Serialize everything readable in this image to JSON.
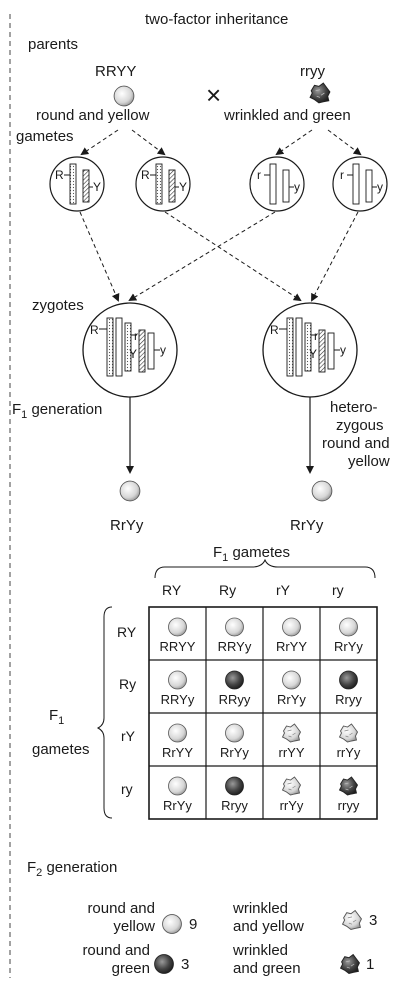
{
  "title": "two-factor inheritance",
  "parents": {
    "label": "parents",
    "left": {
      "genotype": "RRYY",
      "phenotype": "round and yellow"
    },
    "cross_symbol": "×",
    "right": {
      "genotype": "rryy",
      "phenotype": "wrinkled and green"
    }
  },
  "gametes_label": "gametes",
  "chromosome_letters": {
    "R": "R",
    "Y": "Y",
    "r": "r",
    "y": "y"
  },
  "zygotes_label": "zygotes",
  "f1": {
    "label_main": "F",
    "label_sub": "1",
    "label_rest": " generation",
    "offspring_genotype": "RrYy",
    "phenotype_lines": [
      "hetero-",
      "zygous",
      "round and",
      "yellow"
    ]
  },
  "punnett": {
    "top_label_main": "F",
    "top_label_sub": "1",
    "top_label_rest": " gametes",
    "side_label_main": "F",
    "side_label_sub": "1",
    "side_label_rest": "gametes",
    "col_headers": [
      "RY",
      "Ry",
      "rY",
      "ry"
    ],
    "row_headers": [
      "RY",
      "Ry",
      "rY",
      "ry"
    ],
    "cells": [
      [
        "RRYY",
        "RRYy",
        "RrYY",
        "RrYy"
      ],
      [
        "RRYy",
        "RRyy",
        "RrYy",
        "Rryy"
      ],
      [
        "RrYY",
        "RrYy",
        "rrYY",
        "rrYy"
      ],
      [
        "RrYy",
        "Rryy",
        "rrYy",
        "rryy"
      ]
    ],
    "cell_types": [
      [
        "ry",
        "ry",
        "ry",
        "ry"
      ],
      [
        "ry",
        "rg",
        "ry",
        "rg"
      ],
      [
        "ry",
        "ry",
        "wy",
        "wy"
      ],
      [
        "ry",
        "rg",
        "wy",
        "wg"
      ]
    ]
  },
  "f2": {
    "label_main": "F",
    "label_sub": "2",
    "label_rest": " generation",
    "classes": [
      {
        "lines": [
          "round and",
          "yellow"
        ],
        "count": "9",
        "type": "ry"
      },
      {
        "lines": [
          "wrinkled",
          "and yellow"
        ],
        "count": "3",
        "type": "wy"
      },
      {
        "lines": [
          "round and",
          "green"
        ],
        "count": "3",
        "type": "rg"
      },
      {
        "lines": [
          "wrinkled",
          "and green"
        ],
        "count": "1",
        "type": "wg"
      }
    ]
  }
}
